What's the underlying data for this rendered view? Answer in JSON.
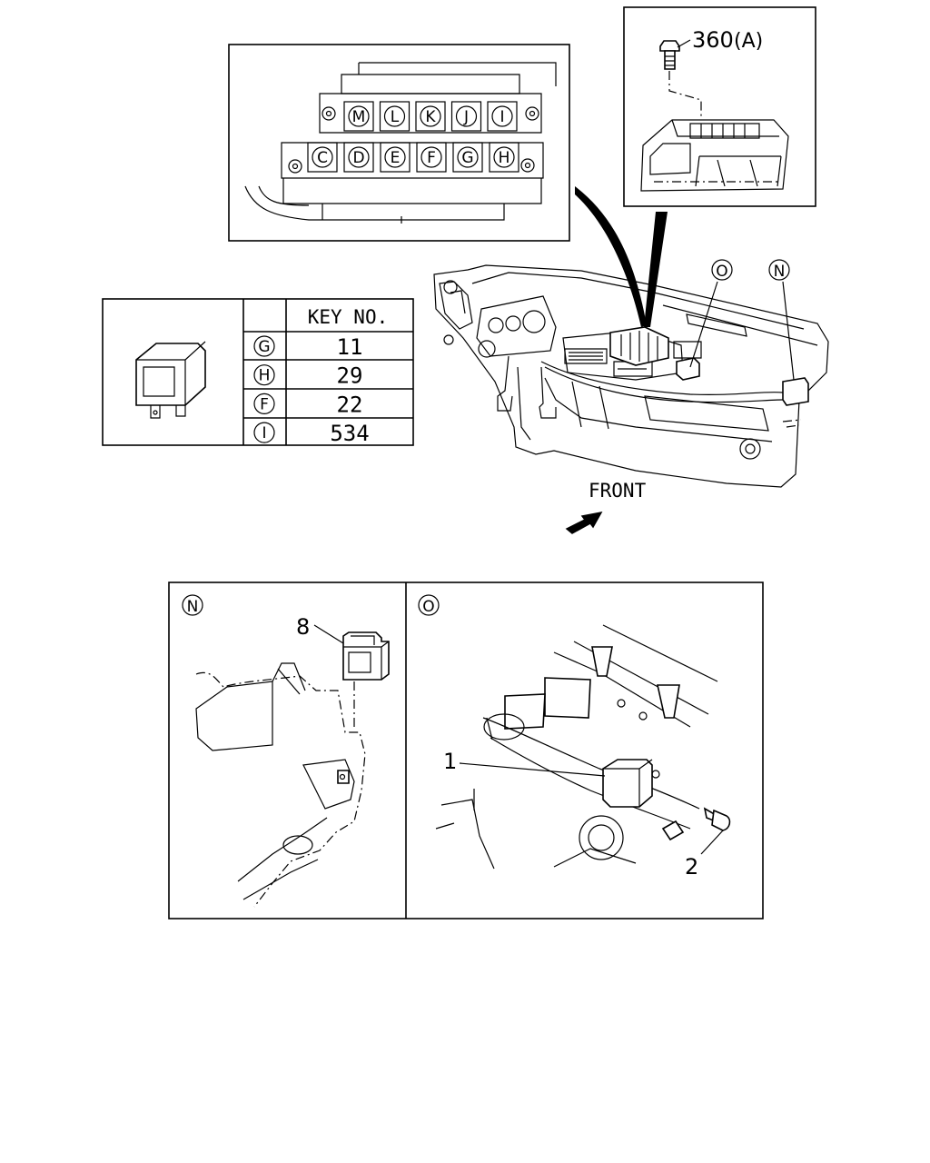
{
  "fuse_block": {
    "top_row": [
      "M",
      "L",
      "K",
      "J",
      "I"
    ],
    "bottom_row": [
      "C",
      "D",
      "E",
      "F",
      "G",
      "H"
    ]
  },
  "bolt_callout": {
    "part_no": "360",
    "suffix": "(A)"
  },
  "key_table": {
    "header": "KEY NO.",
    "rows": [
      {
        "key": "G",
        "value": "11"
      },
      {
        "key": "H",
        "value": "29"
      },
      {
        "key": "F",
        "value": "22"
      },
      {
        "key": "I",
        "value": "534"
      }
    ]
  },
  "dash_view": {
    "callout_o": "O",
    "callout_n": "N",
    "front_label": "FRONT"
  },
  "detail_n": {
    "badge": "N",
    "callout": "8"
  },
  "detail_o": {
    "badge": "O",
    "callout_1": "1",
    "callout_2": "2"
  }
}
